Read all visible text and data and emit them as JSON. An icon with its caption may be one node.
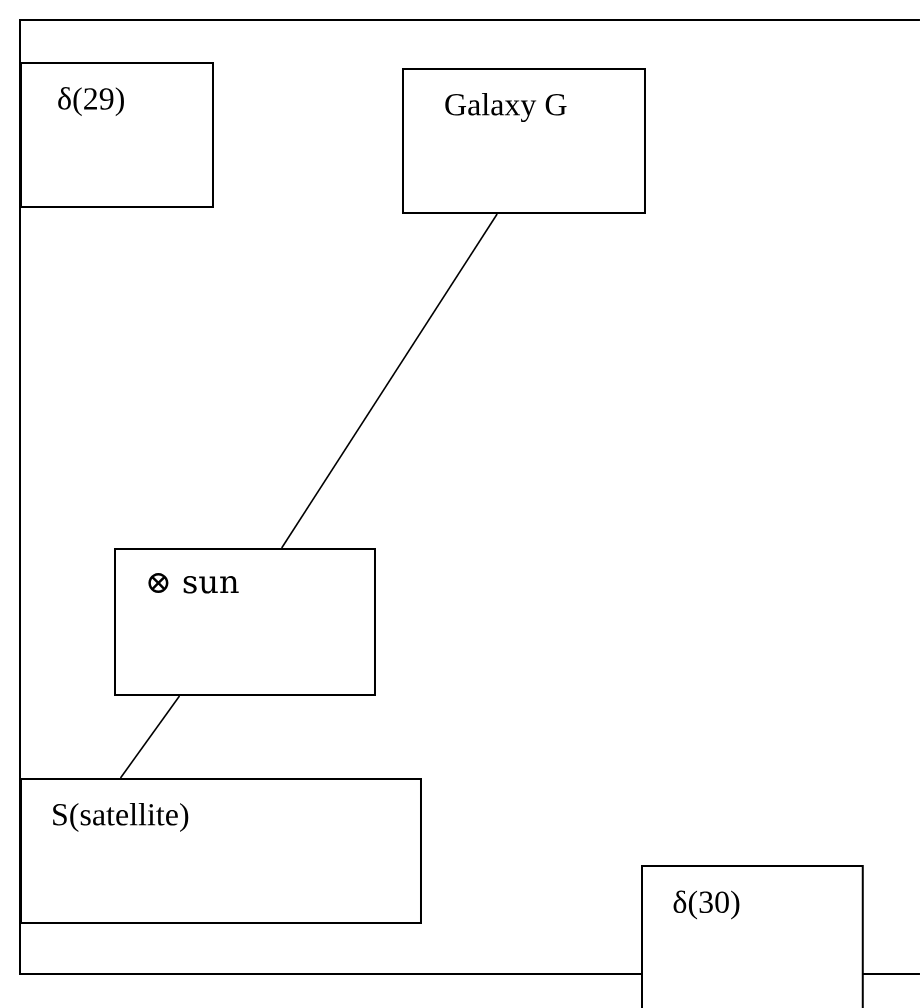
{
  "diagram": {
    "nodes": [
      {
        "text": [
          "δ(29)"
        ]
      },
      {
        "text": [
          "Galaxy G"
        ]
      },
      {
        "text": [
          "⊗ sun"
        ]
      },
      {
        "text": [
          "S(satellite)"
        ]
      },
      {
        "text": [
          "δ(30)"
        ]
      }
    ],
    "edges": [
      {
        "from": 1,
        "to": 2,
        "arrow": "none"
      },
      {
        "from": 2,
        "to": 3,
        "arrow": "none"
      }
    ]
  }
}
